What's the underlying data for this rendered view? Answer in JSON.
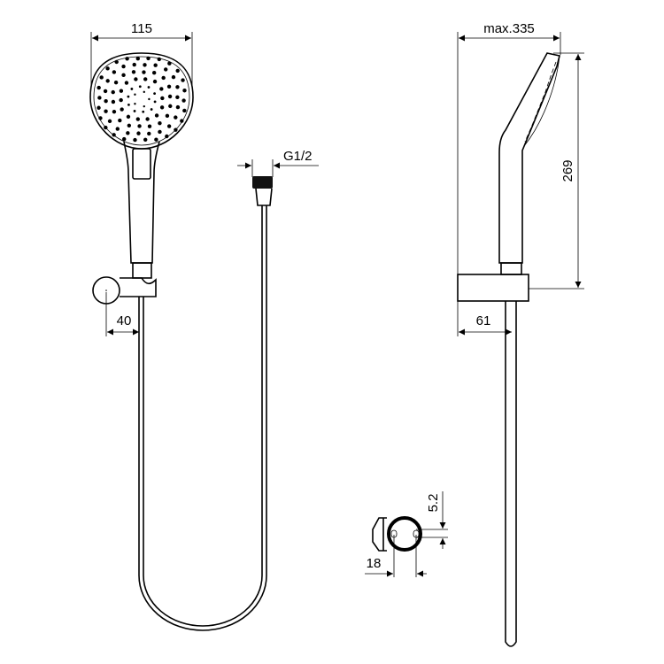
{
  "front_view": {
    "width_label": "115",
    "bracket_offset_label": "40",
    "thread_label": "G1/2"
  },
  "side_view": {
    "projection_label": "max.335",
    "height_label": "269",
    "bracket_depth_label": "61"
  },
  "bracket_detail": {
    "hole_spacing_label": "18",
    "hole_diameter_label": "5.2"
  }
}
